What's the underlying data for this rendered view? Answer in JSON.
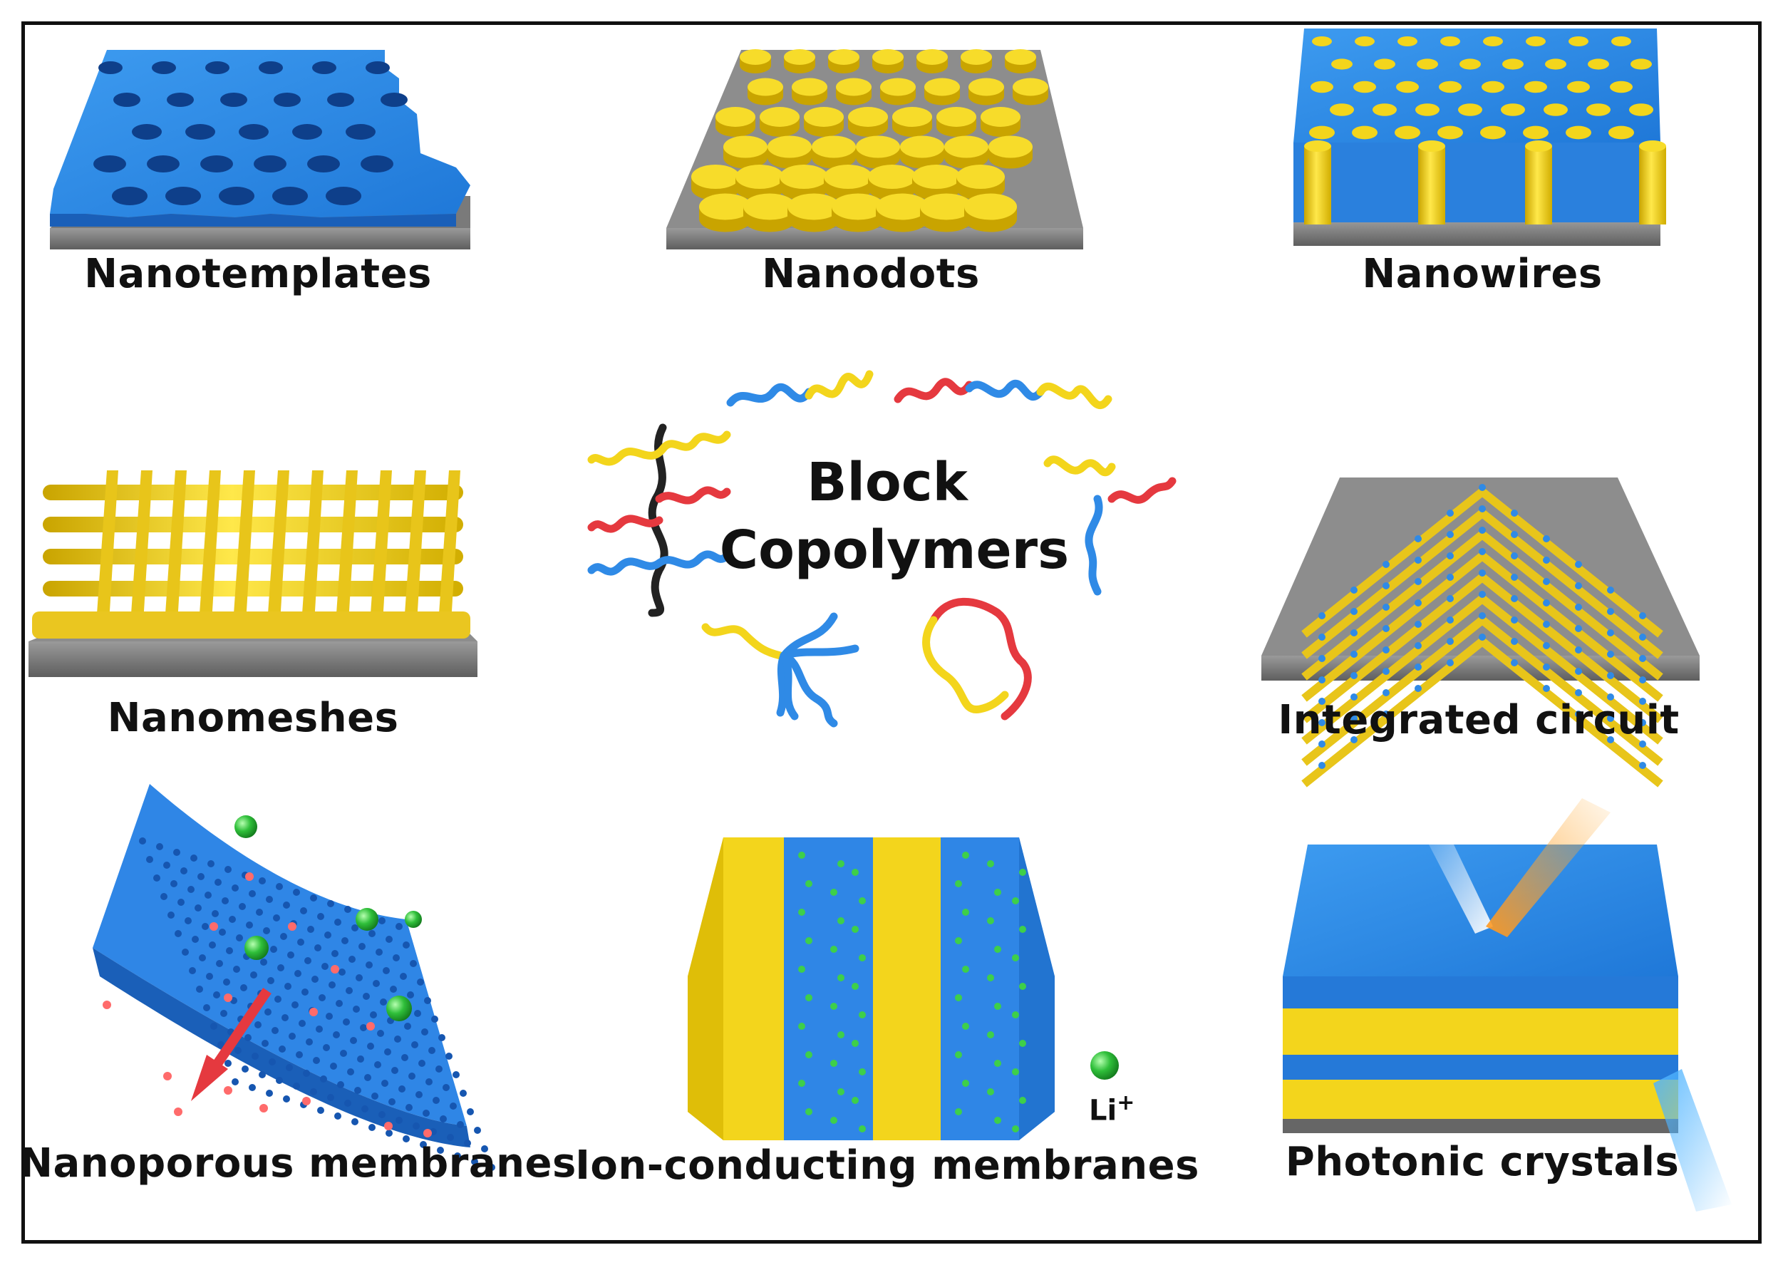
{
  "center": {
    "line1": "Block",
    "line2": "Copolymers"
  },
  "panels": [
    {
      "id": "nanotemplates",
      "label": "Nanotemplates"
    },
    {
      "id": "nanodots",
      "label": "Nanodots"
    },
    {
      "id": "nanowires",
      "label": "Nanowires"
    },
    {
      "id": "nanomeshes",
      "label": "Nanomeshes"
    },
    {
      "id": "integrated-circuit",
      "label": "Integrated circuit"
    },
    {
      "id": "nanoporous-membranes",
      "label": "Nanoporous membranes"
    },
    {
      "id": "ion-conducting-membranes",
      "label": "Ion-conducting membranes"
    },
    {
      "id": "photonic-crystals",
      "label": "Photonic crystals"
    }
  ],
  "ion_legend": {
    "symbol": "Li",
    "charge": "+"
  },
  "colors": {
    "blue": "#2f8ae6",
    "yellow": "#f3d51c",
    "gray": "#8c8c8c",
    "red": "#e5393f",
    "green": "#2fbf3a",
    "black": "#222222"
  }
}
